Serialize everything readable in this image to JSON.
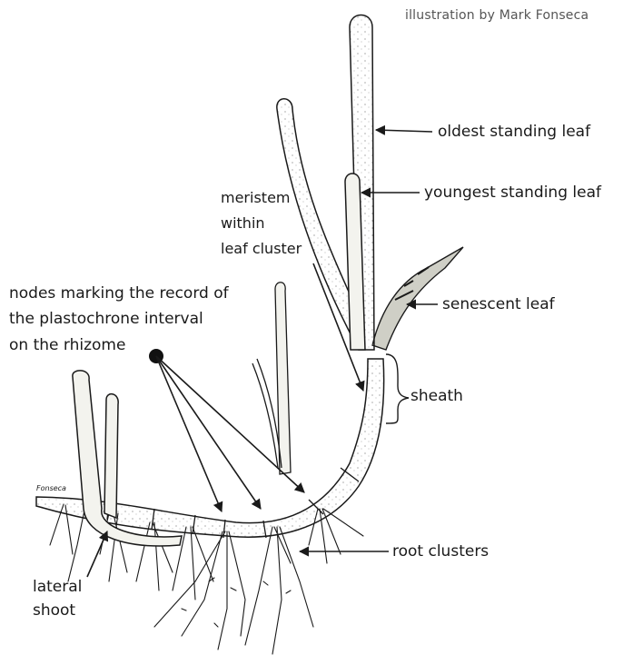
{
  "credit": "illustration by Mark Fonseca",
  "labels": {
    "oldest": "oldest standing leaf",
    "youngest": "youngest standing leaf",
    "meristem_1": "meristem",
    "meristem_2": "within",
    "meristem_3": "leaf cluster",
    "nodes_1": "nodes marking the record of",
    "nodes_2": "the plastochrone interval",
    "nodes_3": "on the rhizome",
    "senescent": "senescent leaf",
    "sheath": "sheath",
    "roots": "root clusters",
    "lateral_1": "lateral",
    "lateral_2": "shoot"
  },
  "colors": {
    "ink": "#1a1a1a",
    "leaf_fill": "#f3f3ee",
    "background": "#ffffff"
  }
}
